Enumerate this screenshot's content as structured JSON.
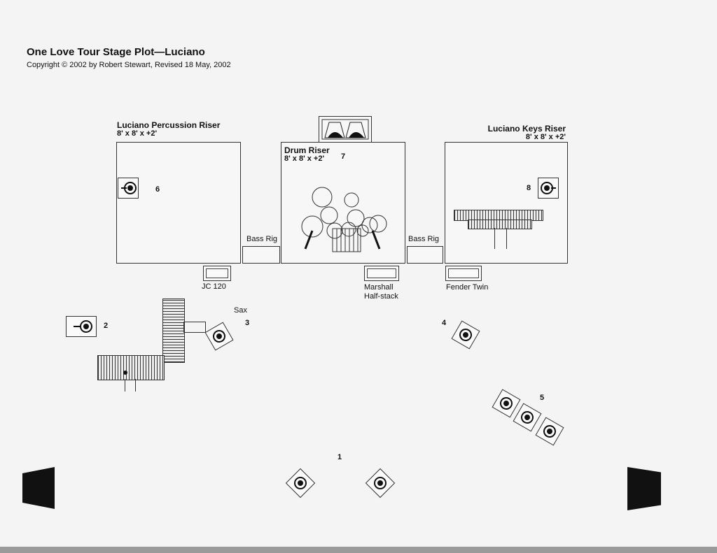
{
  "header": {
    "title": "One Love Tour Stage Plot—Luciano",
    "copyright": "Copyright © 2002 by Robert Stewart, Revised 18 May, 2002"
  },
  "risers": {
    "percussion": {
      "name": "Luciano Percussion Riser",
      "size": "8' x 8' x +2'",
      "monitor": "6"
    },
    "drum": {
      "name": "Drum Riser",
      "size": "8' x 8' x +2'",
      "monitor": "7"
    },
    "keys": {
      "name": "Luciano Keys Riser",
      "size": "8' x 8' x +2'",
      "monitor": "8"
    }
  },
  "gear": {
    "bass_rig_left": "Bass Rig",
    "bass_rig_right": "Bass Rig",
    "jc120": "JC 120",
    "marshall_1": "Marshall",
    "marshall_2": "Half-stack",
    "fender": "Fender Twin",
    "sax": "Sax"
  },
  "monitors": {
    "m1": "1",
    "m2": "2",
    "m3": "3",
    "m4": "4",
    "m5": "5"
  }
}
